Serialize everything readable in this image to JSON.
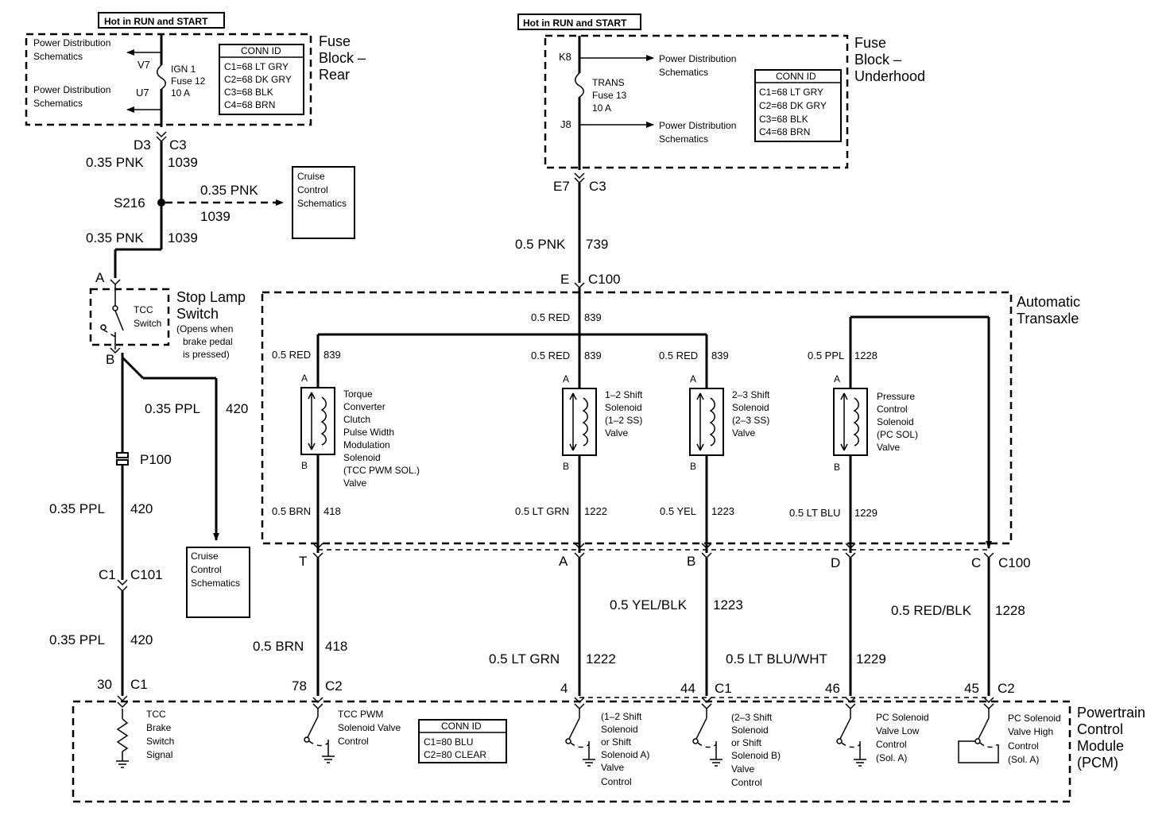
{
  "fuse_block_rear": {
    "hot_label": "Hot in RUN and START",
    "title_1": "Fuse",
    "title_2": "Block –",
    "title_3": "Rear",
    "pd1_1": "Power Distribution",
    "pd1_2": "Schematics",
    "pd2_1": "Power Distribution",
    "pd2_2": "Schematics",
    "pin_top": "V7",
    "pin_bottom": "U7",
    "fuse_1": "IGN 1",
    "fuse_2": "Fuse 12",
    "fuse_3": "10 A",
    "conn_title": "CONN ID",
    "conn": [
      "C1=68 LT GRY",
      "C2=68 DK GRY",
      "C3=68 BLK",
      "C4=68 BRN"
    ],
    "out_pin": "D3",
    "out_conn": "C3"
  },
  "fuse_block_underhood": {
    "hot_label": "Hot in RUN and START",
    "title_1": "Fuse",
    "title_2": "Block –",
    "title_3": "Underhood",
    "pd1_1": "Power Distribution",
    "pd1_2": "Schematics",
    "pd2_1": "Power Distribution",
    "pd2_2": "Schematics",
    "pin_top": "K8",
    "pin_bottom": "J8",
    "fuse_1": "TRANS",
    "fuse_2": "Fuse 13",
    "fuse_3": "10 A",
    "conn_title": "CONN ID",
    "conn": [
      "C1=68 LT GRY",
      "C2=68 DK GRY",
      "C3=68 BLK",
      "C4=68 BRN"
    ],
    "out_pin": "E7",
    "out_conn": "C3"
  },
  "left_circuit": {
    "w1_color": "0.35 PNK",
    "w1_num": "1039",
    "splice": "S216",
    "w2_color": "0.35 PNK",
    "w2_num": "1039",
    "w3_color": "0.35 PNK",
    "w3_num": "1039",
    "cruise1_1": "Cruise",
    "cruise1_2": "Control",
    "cruise1_3": "Schematics",
    "pin_a": "A",
    "switch_1": "TCC",
    "switch_2": "Switch",
    "stop_1": "Stop Lamp",
    "stop_2": "Switch",
    "stop_3": "(Opens when",
    "stop_4": "brake pedal",
    "stop_5": "is pressed)",
    "pin_b": "B",
    "w4_color": "0.35  PPL",
    "w4_num": "420",
    "p100": "P100",
    "w5_color": "0.35  PPL",
    "w5_num": "420",
    "c1_pin": "C1",
    "c1_conn": "C101",
    "w6_color": "0.35  PPL",
    "w6_num": "420",
    "cruise2_1": "Cruise",
    "cruise2_2": "Control",
    "cruise2_3": "Schematics"
  },
  "transaxle": {
    "title_1": "Automatic",
    "title_2": "Transaxle",
    "conn_top_pin": "E",
    "conn_top": "C100",
    "feed_color": "0.5 PNK",
    "feed_num": "739",
    "bus_color": "0.5 RED",
    "bus_num": "839",
    "sol1_wire_color": "0.5 RED",
    "sol1_wire_num": "839",
    "sol2_wire_color": "0.5 RED",
    "sol2_wire_num": "839",
    "sol3_wire_color": "0.5 RED",
    "sol3_wire_num": "839",
    "sol4_wire_color": "0.5 PPL",
    "sol4_wire_num": "1228",
    "sol1": [
      "Torque",
      "Converter",
      "Clutch",
      "Pulse Width",
      "Modulation",
      "Solenoid",
      "(TCC PWM SOL.)",
      "Valve"
    ],
    "sol2": [
      "1–2 Shift",
      "Solenoid",
      "(1–2 SS)",
      "Valve"
    ],
    "sol3": [
      "2–3 Shift",
      "Solenoid",
      "(2–3 SS)",
      "Valve"
    ],
    "sol4": [
      "Pressure",
      "Control",
      "Solenoid",
      "(PC SOL)",
      "Valve"
    ],
    "pin_a": "A",
    "pin_b": "B",
    "sol1_out_color": "0.5 BRN",
    "sol1_out_num": "418",
    "sol2_out_color": "0.5 LT GRN",
    "sol2_out_num": "1222",
    "sol3_out_color": "0.5 YEL",
    "sol3_out_num": "1223",
    "sol4_out_color": "0.5 LT BLU",
    "sol4_out_num": "1229",
    "bottom_pins": [
      "T",
      "A",
      "B",
      "D",
      "C"
    ],
    "bottom_conn": "C100"
  },
  "pcm_wires": {
    "brn_color": "0.5 BRN",
    "brn_num": "418",
    "grn_color": "0.5 LT GRN",
    "grn_num": "1222",
    "yel_color": "0.5 YEL/BLK",
    "yel_num": "1223",
    "blu_color": "0.5 LT BLU/WHT",
    "blu_num": "1229",
    "red_color": "0.5 RED/BLK",
    "red_num": "1228"
  },
  "pcm": {
    "title_1": "Powertrain",
    "title_2": "Control",
    "title_3": "Module",
    "title_4": "(PCM)",
    "pins": [
      "30",
      "78",
      "4",
      "44",
      "46",
      "45"
    ],
    "conns": [
      "C1",
      "C2",
      "C1",
      "C2"
    ],
    "tcc_brake": [
      "TCC",
      "Brake",
      "Switch",
      "Signal"
    ],
    "tcc_pwm": [
      "TCC PWM",
      "Solenoid Valve",
      "Control"
    ],
    "conn_title": "CONN ID",
    "conn": [
      "C1=80 BLU",
      "C2=80 CLEAR"
    ],
    "ss_a": [
      "(1–2 Shift",
      "Solenoid",
      "or Shift",
      "Solenoid A)",
      "Valve",
      "Control"
    ],
    "ss_b": [
      "(2–3 Shift",
      "Solenoid",
      "or Shift",
      "Solenoid B)",
      "Valve",
      "Control"
    ],
    "pc_low": [
      "PC Solenoid",
      "Valve Low",
      "Control",
      "(Sol. A)"
    ],
    "pc_high": [
      "PC Solenoid",
      "Valve High",
      "Control",
      "(Sol. A)"
    ]
  }
}
